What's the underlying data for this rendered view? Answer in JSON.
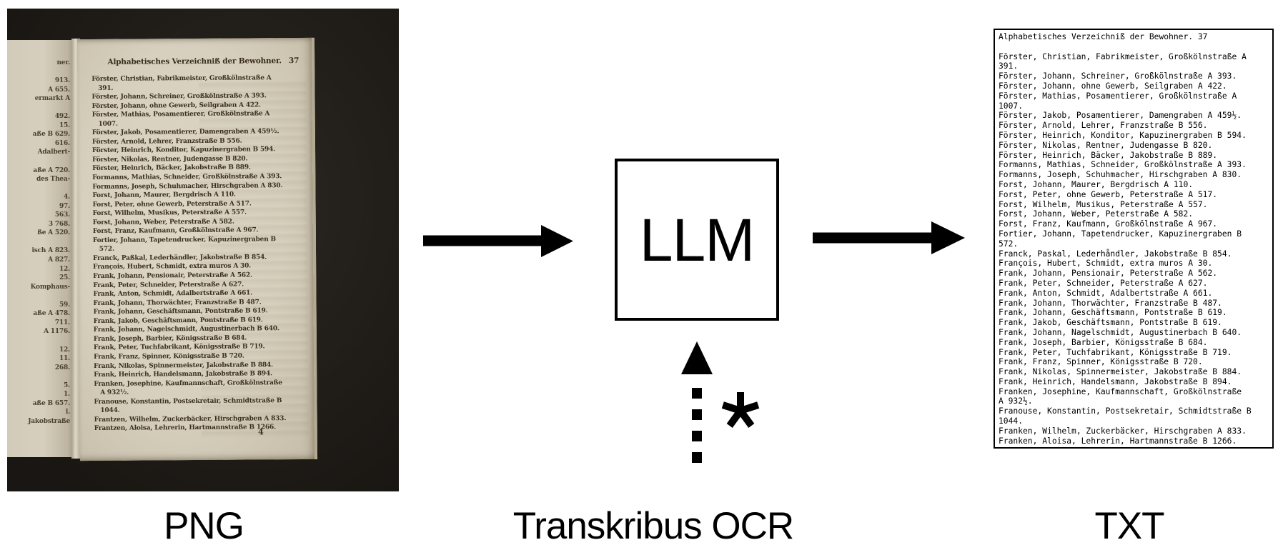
{
  "diagram": {
    "llm_box_label": "LLM",
    "asterisk_symbol": "*",
    "stages": [
      {
        "label": "PNG"
      },
      {
        "label": "Transkribus OCR"
      },
      {
        "label": "TXT"
      }
    ]
  },
  "book_page": {
    "header": "Alphabetisches Verzeichniß der Bewohner.",
    "page_number": "37",
    "signature_mark": "4",
    "left_fragments": [
      "ner.",
      "",
      "913.",
      "A 655.",
      "ermarkt A",
      "",
      "492.",
      "15.",
      "aße B 629.",
      "616.",
      "Adalbert-",
      "",
      "aße A 720.",
      "des Thea-",
      "",
      "4.",
      "97.",
      "563.",
      "3 768.",
      "ße A 520.",
      "",
      "isch A 823.",
      "A 827.",
      "12.",
      "25.",
      "Komphaus-",
      "",
      "59.",
      "aße A 478.",
      "711.",
      "A 1176.",
      "",
      "12.",
      "11.",
      "268.",
      "",
      "5.",
      "1.",
      "aße B 657.",
      "l.",
      "Jakobstraße"
    ],
    "lines": [
      "Förster, Christian, Fabrikmeister, Großkölnstraße A",
      "   391.",
      "Förster, Johann, Schreiner, Großkölnstraße A 393.",
      "Förster, Johann, ohne Gewerb, Seilgraben A 422.",
      "Förster, Mathias, Posamentierer, Großkölnstraße A",
      "   1007.",
      "Förster, Jakob, Posamentierer, Damengraben A 459½.",
      "Förster, Arnold, Lehrer, Franzstraße B 556.",
      "Förster, Heinrich, Konditor, Kapuzinergraben B 594.",
      "Förster, Nikolas, Rentner, Judengasse B 820.",
      "Förster, Heinrich, Bäcker, Jakobstraße B 889.",
      "Formanns, Mathias, Schneider, Großkölnstraße A 393.",
      "Formanns, Joseph, Schuhmacher, Hirschgraben A 830.",
      "Forst, Johann, Maurer, Bergdrisch A 110.",
      "Forst, Peter, ohne Gewerb, Peterstraße A 517.",
      "Forst, Wilhelm, Musikus, Peterstraße A 557.",
      "Forst, Johann, Weber, Peterstraße A 582.",
      "Forst, Franz, Kaufmann, Großkölnstraße A 967.",
      "Fortier, Johann, Tapetendrucker, Kapuzinergraben B",
      "   572.",
      "Franck, Paßkal, Lederhändler, Jakobstraße B 854.",
      "François, Hubert, Schmidt, extra muros A 30.",
      "Frank, Johann, Pensionair, Peterstraße A 562.",
      "Frank, Peter, Schneider, Peterstraße A 627.",
      "Frank, Anton, Schmidt, Adalbertstraße A 661.",
      "Frank, Johann, Thorwächter, Franzstraße B 487.",
      "Frank, Johann, Geschäftsmann, Pontstraße B 619.",
      "Frank, Jakob, Geschäftsmann, Pontstraße B 619.",
      "Frank, Johann, Nagelschmidt, Augustinerbach B 640.",
      "Frank, Joseph, Barbier, Königsstraße B 684.",
      "Frank, Peter, Tuchfabrikant, Königsstraße B 719.",
      "Frank, Franz, Spinner, Königsstraße B 720.",
      "Frank, Nikolas, Spinnermeister, Jakobstraße B 884.",
      "Frank, Heinrich, Handelsmann, Jakobstraße B 894.",
      "Franken, Josephine, Kaufmannschaft, Großkölnstraße",
      "   A 932½.",
      "Franouse, Konstantin, Postsekretair, Schmidtstraße B",
      "   1044.",
      "Frantzen, Wilhelm, Zuckerbäcker, Hirschgraben A 833.",
      "Frantzen, Aloisa, Lehrerin, Hartmannstraße B 1266."
    ]
  },
  "transcription": {
    "lines": [
      "Alphabetisches Verzeichniß der Bewohner. 37",
      "",
      "Förster, Christian, Fabrikmeister, Großkölnstraße A",
      "391.",
      "Förster, Johann, Schreiner, Großkölnstraße A 393.",
      "Förster, Johann, ohne Gewerb, Seilgraben A 422.",
      "Förster, Mathias, Posamentierer, Großkölnstraße A",
      "1007.",
      "Förster, Jakob, Posamentierer, Damengraben A 459½.",
      "Förster, Arnold, Lehrer, Franzstraße B 556.",
      "Förster, Heinrich, Konditor, Kapuzinergraben B 594.",
      "Förster, Nikolas, Rentner, Judengasse B 820.",
      "Förster, Heinrich, Bäcker, Jakobstraße B 889.",
      "Formanns, Mathias, Schneider, Großkölnstraße A 393.",
      "Formanns, Joseph, Schuhmacher, Hirschgraben A 830.",
      "Forst, Johann, Maurer, Bergdrisch A 110.",
      "Forst, Peter, ohne Gewerb, Peterstraße A 517.",
      "Forst, Wilhelm, Musikus, Peterstraße A 557.",
      "Forst, Johann, Weber, Peterstraße A 582.",
      "Forst, Franz, Kaufmann, Großkölnstraße A 967.",
      "Fortier, Johann, Tapetendrucker, Kapuzinergraben B",
      "572.",
      "Franck, Paskal, Lederhåndler, Jakobstraße B 854.",
      "François, Hubert, Schmidt, extra muros A 30.",
      "Frank, Johann, Pensionair, Peterstraße A 562.",
      "Frank, Peter, Schneider, Peterstraße A 627.",
      "Frank, Anton, Schmidt, Adalbertstraße A 661.",
      "Frank, Johann, Thorwächter, Franzstraße B 487.",
      "Frank, Johann, Geschäftsmann, Pontstraße B 619.",
      "Frank, Jakob, Geschäftsmann, Pontstraße B 619.",
      "Frank, Johann, Nagelschmidt, Augustinerbach B 640.",
      "Frank, Joseph, Barbier, Königsstraße B 684.",
      "Frank, Peter, Tuchfabrikant, Königsstraße B 719.",
      "Frank, Franz, Spinner, Königsstraße B 720.",
      "Frank, Nikolas, Spinnermeister, Jakobstraße B 884.",
      "Frank, Heinrich, Handelsmann, Jakobstraße B 894.",
      "Franken, Josephine, Kaufmannschaft, Großkölnstraße",
      "A 932½.",
      "Franouse, Konstantin, Postsekretair, Schmidtstraße B",
      "1044.",
      "Franken, Wilhelm, Zuckerbäcker, Hirschgraben A 833.",
      "Franken, Aloisa, Lehrerin, Hartmannstraße B 1266."
    ]
  },
  "colors": {
    "arrow_black": "#000000",
    "photo_background": "#221e19",
    "page_cream": "#d8d1bf",
    "page_ink": "#3a2f20",
    "box_border": "#000000"
  }
}
